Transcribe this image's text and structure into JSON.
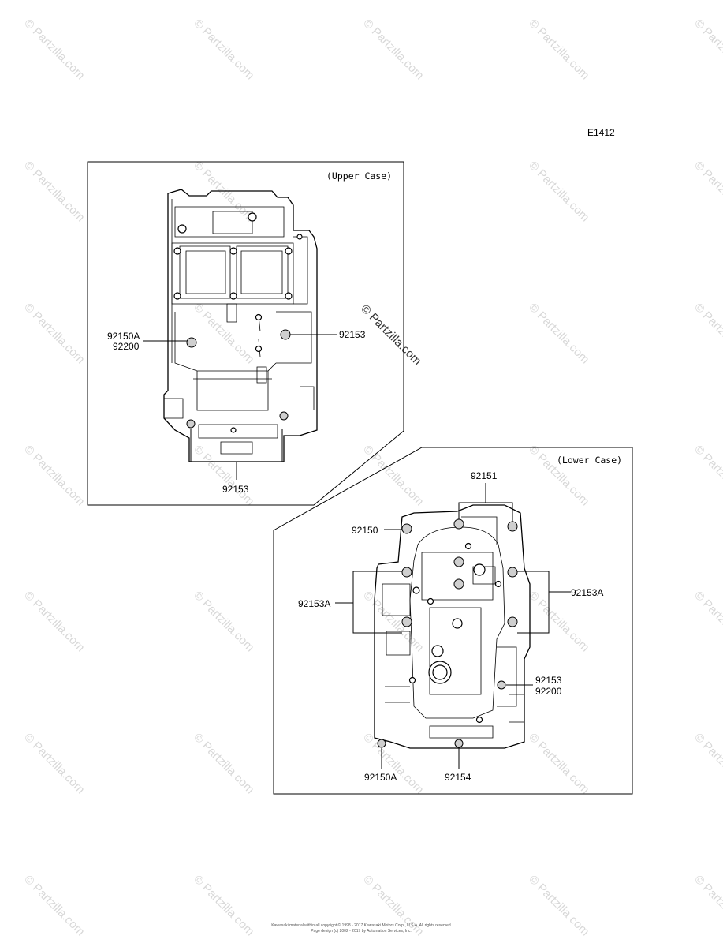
{
  "diagram_code": "E1412",
  "watermark_text": "© Partzilla.com",
  "footer": {
    "line1": "Kawasaki material within all copyright © 1998 - 2017 Kawasaki Motors Corp., U.S.A. All rights reserved",
    "line2": "Page design (c) 2002 - 2017 by Automation Services, Inc."
  },
  "upper_case": {
    "title": "(Upper Case)",
    "labels": {
      "l92150A": "92150A",
      "l92200": "92200",
      "l92153_right": "92153",
      "l92153_bottom": "92153"
    }
  },
  "lower_case": {
    "title": "(Lower Case)",
    "labels": {
      "l92151": "92151",
      "l92150": "92150",
      "l92153A_left": "92153A",
      "l92153A_right": "92153A",
      "l92153": "92153",
      "l92200": "92200",
      "l92150A": "92150A",
      "l92154": "92154"
    }
  }
}
